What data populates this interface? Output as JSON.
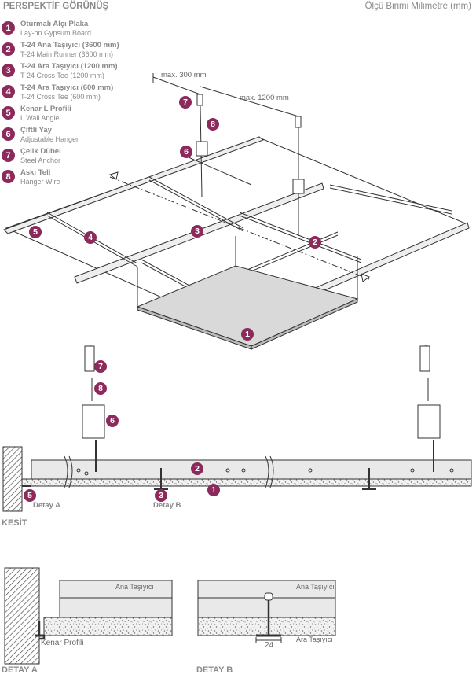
{
  "header": {
    "title": "PERSPEKTİF GÖRÜNÜŞ",
    "units": "Ölçü Birimi Milimetre (mm)"
  },
  "legend": [
    {
      "num": "1",
      "tr": "Oturmalı Alçı Plaka",
      "en": "Lay-on Gypsum Board"
    },
    {
      "num": "2",
      "tr": "T-24 Ana Taşıyıcı (3600 mm)",
      "en": "T-24 Main Runner (3600 mm)"
    },
    {
      "num": "3",
      "tr": "T-24 Ara Taşıyıcı (1200 mm)",
      "en": "T-24 Cross Tee (1200 mm)"
    },
    {
      "num": "4",
      "tr": "T-24 Ara Taşıyıcı (600 mm)",
      "en": "T-24 Cross Tee (600 mm)"
    },
    {
      "num": "5",
      "tr": "Kenar L Profili",
      "en": "L Wall Angle"
    },
    {
      "num": "6",
      "tr": "Çiftli Yay",
      "en": "Adjustable Hanger"
    },
    {
      "num": "7",
      "tr": "Çelik Dübel",
      "en": "Steel Anchor"
    },
    {
      "num": "8",
      "tr": "Askı Teli",
      "en": "Hanger Wire"
    }
  ],
  "perspective": {
    "dim_max300": "max. 300 mm",
    "dim_max1200": "max. 1200 mm"
  },
  "section": {
    "title": "KESİT",
    "detail_a": "Detay A",
    "detail_b": "Detay B"
  },
  "detail_a": {
    "title": "DETAY A",
    "main_runner": "Ana Taşıyıcı",
    "edge_profile": "Kenar Profili"
  },
  "detail_b": {
    "title": "DETAY B",
    "main_runner": "Ana Taşıyıcı",
    "cross_tee": "Ara Taşıyıcı",
    "width": "24"
  },
  "colors": {
    "accent": "#8c2a5c",
    "board": "#d9d9d9",
    "runner": "#e9e9e9"
  }
}
